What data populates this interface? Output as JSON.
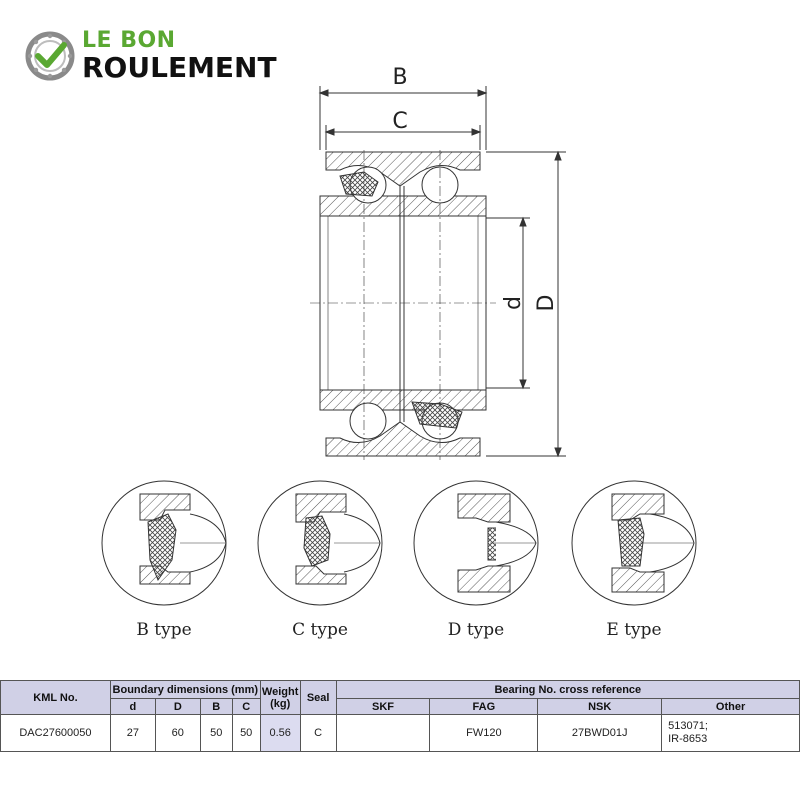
{
  "logo": {
    "line1": "LE BON",
    "line2": "ROULEMENT",
    "icon": "checkmark-bearing-icon",
    "accent": "#5aa832"
  },
  "dimension_labels": {
    "B": "B",
    "C": "C",
    "d": "d",
    "D": "D"
  },
  "detail_types": [
    "B type",
    "C type",
    "D type",
    "E type"
  ],
  "table": {
    "col_kml": "KML No.",
    "col_boundary": "Boundary dimensions (mm)",
    "col_weight": "Weight (kg)",
    "col_seal": "Seal",
    "col_crossref": "Bearing No. cross reference",
    "sub_d": "d",
    "sub_D": "D",
    "sub_B": "B",
    "sub_C": "C",
    "sub_skf": "SKF",
    "sub_fag": "FAG",
    "sub_nsk": "NSK",
    "sub_other": "Other",
    "row": {
      "kml": "DAC27600050",
      "d": "27",
      "D": "60",
      "B": "50",
      "C": "50",
      "weight": "0.56",
      "seal": "C",
      "skf": "",
      "fag": "FW120",
      "nsk": "27BWD01J",
      "other_line1": "513071;",
      "other_line2": "IR-8653"
    }
  },
  "colors": {
    "header_bg": "#d0d0e6",
    "line": "#333333"
  }
}
